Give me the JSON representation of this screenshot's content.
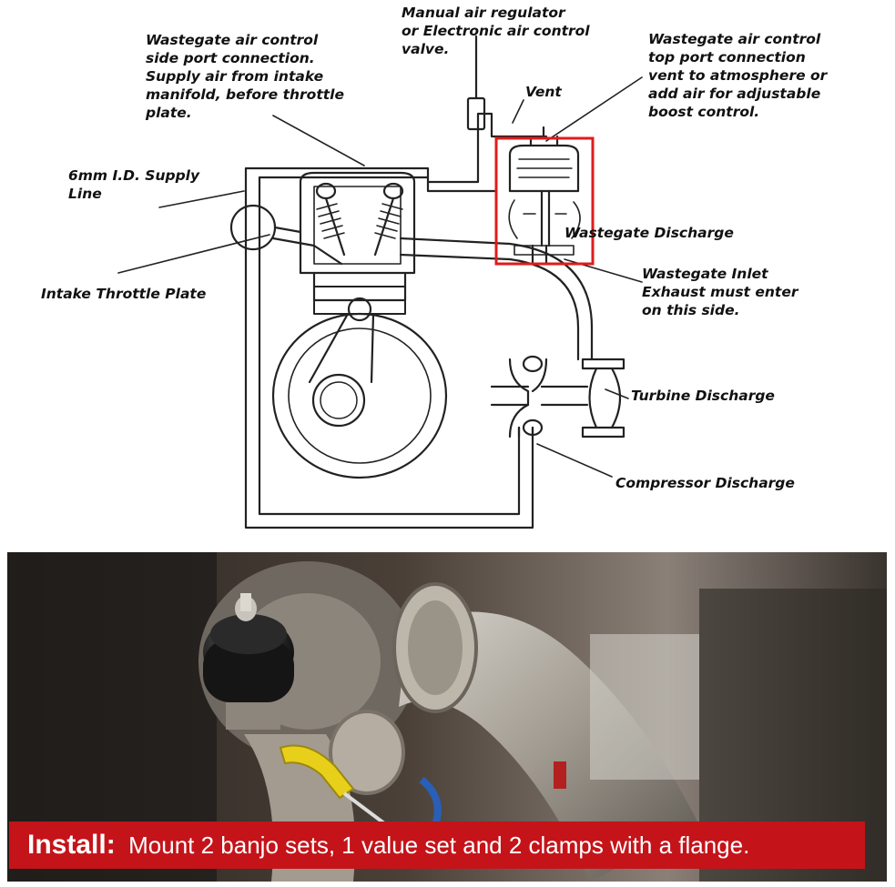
{
  "labels": {
    "manual_regulator": "Manual air regulator\nor Electronic air control\nvalve.",
    "side_port": "Wastegate air control\nside port connection.\nSupply air from intake\nmanifold, before throttle\nplate.",
    "top_port": "Wastegate air control\ntop port connection\nvent to atmosphere or\nadd air for adjustable\nboost control.",
    "vent": "Vent",
    "supply_line": "6mm I.D. Supply\nLine",
    "wastegate_discharge": "Wastegate Discharge",
    "wastegate_inlet": "Wastegate Inlet\nExhaust must enter\non this side.",
    "intake_throttle": "Intake Throttle Plate",
    "turbine_discharge": "Turbine Discharge",
    "compressor_discharge": "Compressor Discharge"
  },
  "banner": {
    "title": "Install:",
    "text": "  Mount 2 banjo sets, 1 value set and 2 clamps with a flange."
  },
  "colors": {
    "highlight": "#e01b1b",
    "banner": "#c4141a"
  },
  "icons": [
    "wastegate-icon",
    "turbocharger-icon",
    "engine-cylinder-icon",
    "air-regulator-icon"
  ]
}
